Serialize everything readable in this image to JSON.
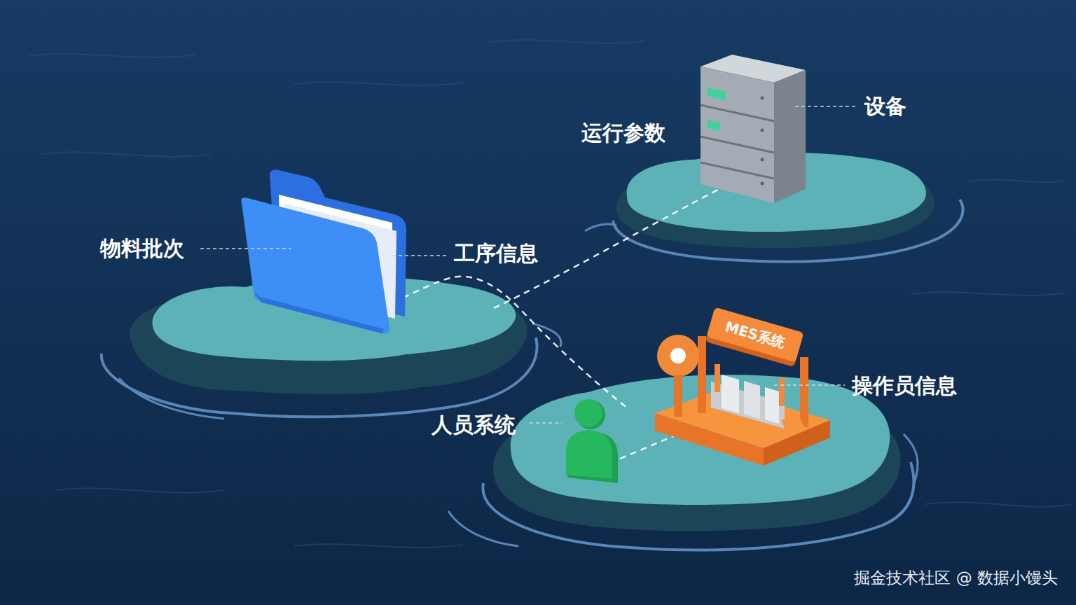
{
  "diagram": {
    "nodes": [
      {
        "text": [
          "MES系统"
        ]
      }
    ],
    "labels": [
      "运行参数",
      "设备",
      "物料批次",
      "工序信息",
      "操作员信息",
      "人员系统",
      "掘金技术社区 @ 数据小馒头"
    ]
  }
}
